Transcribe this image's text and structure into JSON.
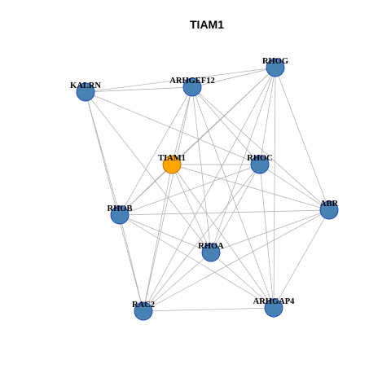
{
  "title": "TIAM1",
  "colors": {
    "edge": "#aaaaaa",
    "node_fill": "#4682b4",
    "node_stroke": "#1a3fbf",
    "highlight_fill": "#ffa500",
    "highlight_stroke": "#b26b00",
    "background": "#ffffff"
  },
  "nodes": [
    {
      "id": "TIAM1",
      "label": "TIAM1",
      "highlight": true
    },
    {
      "id": "ARHGEF12",
      "label": "ARHGEF12",
      "highlight": false
    },
    {
      "id": "RHOG",
      "label": "RHOG",
      "highlight": false
    },
    {
      "id": "KALRN",
      "label": "KALRN",
      "highlight": false
    },
    {
      "id": "RHOC",
      "label": "RHOC",
      "highlight": false
    },
    {
      "id": "ABR",
      "label": "ABR",
      "highlight": false
    },
    {
      "id": "RHOB",
      "label": "RHOB",
      "highlight": false
    },
    {
      "id": "RHOA",
      "label": "RHOA",
      "highlight": false
    },
    {
      "id": "RAC2",
      "label": "RAC2",
      "highlight": false
    },
    {
      "id": "ARHGAP4",
      "label": "ARHGAP4",
      "highlight": false
    }
  ],
  "edges": [
    [
      "KALRN",
      "RHOG"
    ],
    [
      "KALRN",
      "ARHGEF12"
    ],
    [
      "KALRN",
      "RHOC"
    ],
    [
      "KALRN",
      "RHOB"
    ],
    [
      "KALRN",
      "RAC2"
    ],
    [
      "KALRN",
      "RHOA"
    ],
    [
      "ARHGEF12",
      "RHOG"
    ],
    [
      "ARHGEF12",
      "TIAM1"
    ],
    [
      "ARHGEF12",
      "RHOC"
    ],
    [
      "ARHGEF12",
      "ABR"
    ],
    [
      "ARHGEF12",
      "RHOB"
    ],
    [
      "ARHGEF12",
      "RHOA"
    ],
    [
      "ARHGEF12",
      "RAC2"
    ],
    [
      "ARHGEF12",
      "ARHGAP4"
    ],
    [
      "RHOG",
      "TIAM1"
    ],
    [
      "RHOG",
      "RHOB"
    ],
    [
      "RHOG",
      "RHOC"
    ],
    [
      "RHOG",
      "ABR"
    ],
    [
      "RHOG",
      "RHOA"
    ],
    [
      "RHOG",
      "RAC2"
    ],
    [
      "RHOG",
      "ARHGAP4"
    ],
    [
      "TIAM1",
      "RHOC"
    ],
    [
      "TIAM1",
      "RHOB"
    ],
    [
      "TIAM1",
      "RHOA"
    ],
    [
      "TIAM1",
      "RAC2"
    ],
    [
      "TIAM1",
      "ABR"
    ],
    [
      "TIAM1",
      "ARHGAP4"
    ],
    [
      "RHOC",
      "RHOB"
    ],
    [
      "RHOC",
      "ABR"
    ],
    [
      "RHOC",
      "RHOA"
    ],
    [
      "RHOC",
      "ARHGAP4"
    ],
    [
      "RHOC",
      "RAC2"
    ],
    [
      "RHOB",
      "ABR"
    ],
    [
      "RHOB",
      "RHOA"
    ],
    [
      "RHOB",
      "RAC2"
    ],
    [
      "RHOB",
      "ARHGAP4"
    ],
    [
      "ABR",
      "RHOA"
    ],
    [
      "ABR",
      "RAC2"
    ],
    [
      "ABR",
      "ARHGAP4"
    ],
    [
      "RHOA",
      "ARHGAP4"
    ],
    [
      "RHOA",
      "RAC2"
    ],
    [
      "RAC2",
      "ARHGAP4"
    ]
  ]
}
